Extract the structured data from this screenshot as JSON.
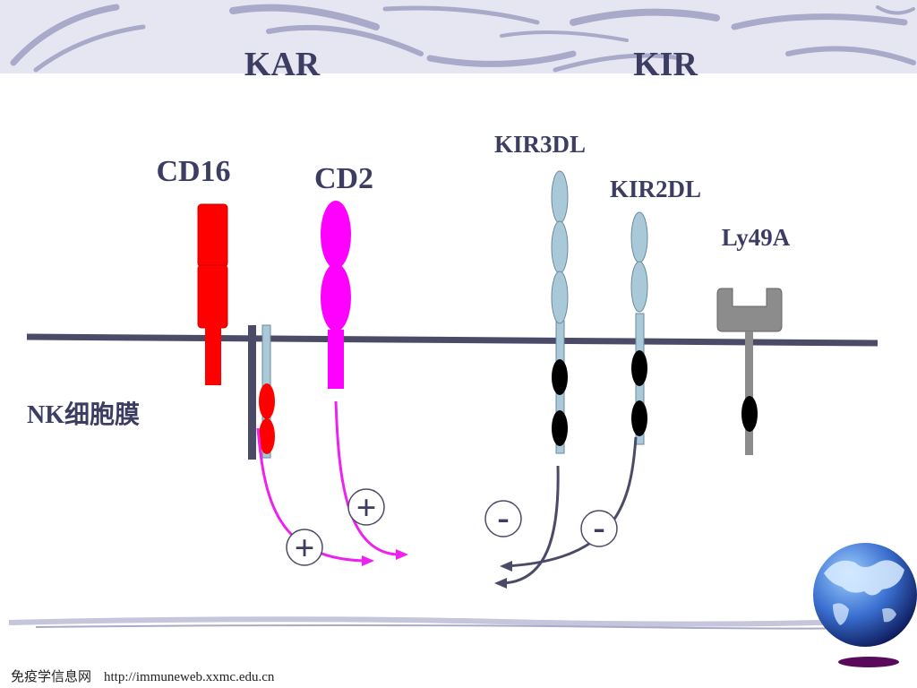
{
  "titles": {
    "left": "KAR",
    "right": "KIR"
  },
  "labels": {
    "cd16": "CD16",
    "cd2": "CD2",
    "kir3dl": "KIR3DL",
    "kir2dl": "KIR2DL",
    "ly49a": "Ly49A",
    "membrane": "NK细胞膜"
  },
  "signals": {
    "plus": "+",
    "minus": "-"
  },
  "footer": {
    "site": "免疫学信息网",
    "url": "http://immuneweb.xxmc.edu.cn"
  },
  "colors": {
    "banner": "#e6e6f2",
    "streak": "#a9a9c9",
    "membrane": "#4b4b68",
    "cd16": "#ff0000",
    "cd2": "#ff00ff",
    "kir": "#a9c9d9",
    "itim": "#000000",
    "ly49a": "#8c8c8c",
    "activate_arrow": "#ee22ee",
    "inhibit_arrow": "#4b4b68"
  }
}
